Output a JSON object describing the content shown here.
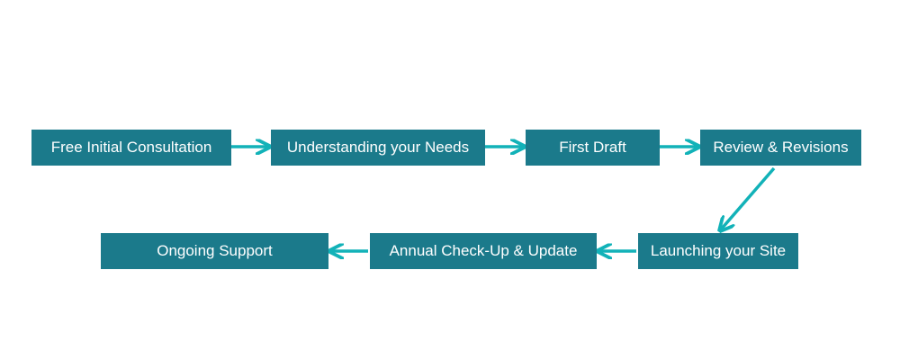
{
  "colors": {
    "box": "#1b7a8b",
    "arrow": "#12b2b8",
    "text": "#ffffff",
    "background": "#ffffff"
  },
  "steps": [
    {
      "label": "Free Initial Consultation"
    },
    {
      "label": "Understanding your Needs"
    },
    {
      "label": "First Draft"
    },
    {
      "label": "Review & Revisions"
    },
    {
      "label": "Launching your Site"
    },
    {
      "label": "Annual Check-Up & Update"
    },
    {
      "label": "Ongoing Support"
    }
  ]
}
